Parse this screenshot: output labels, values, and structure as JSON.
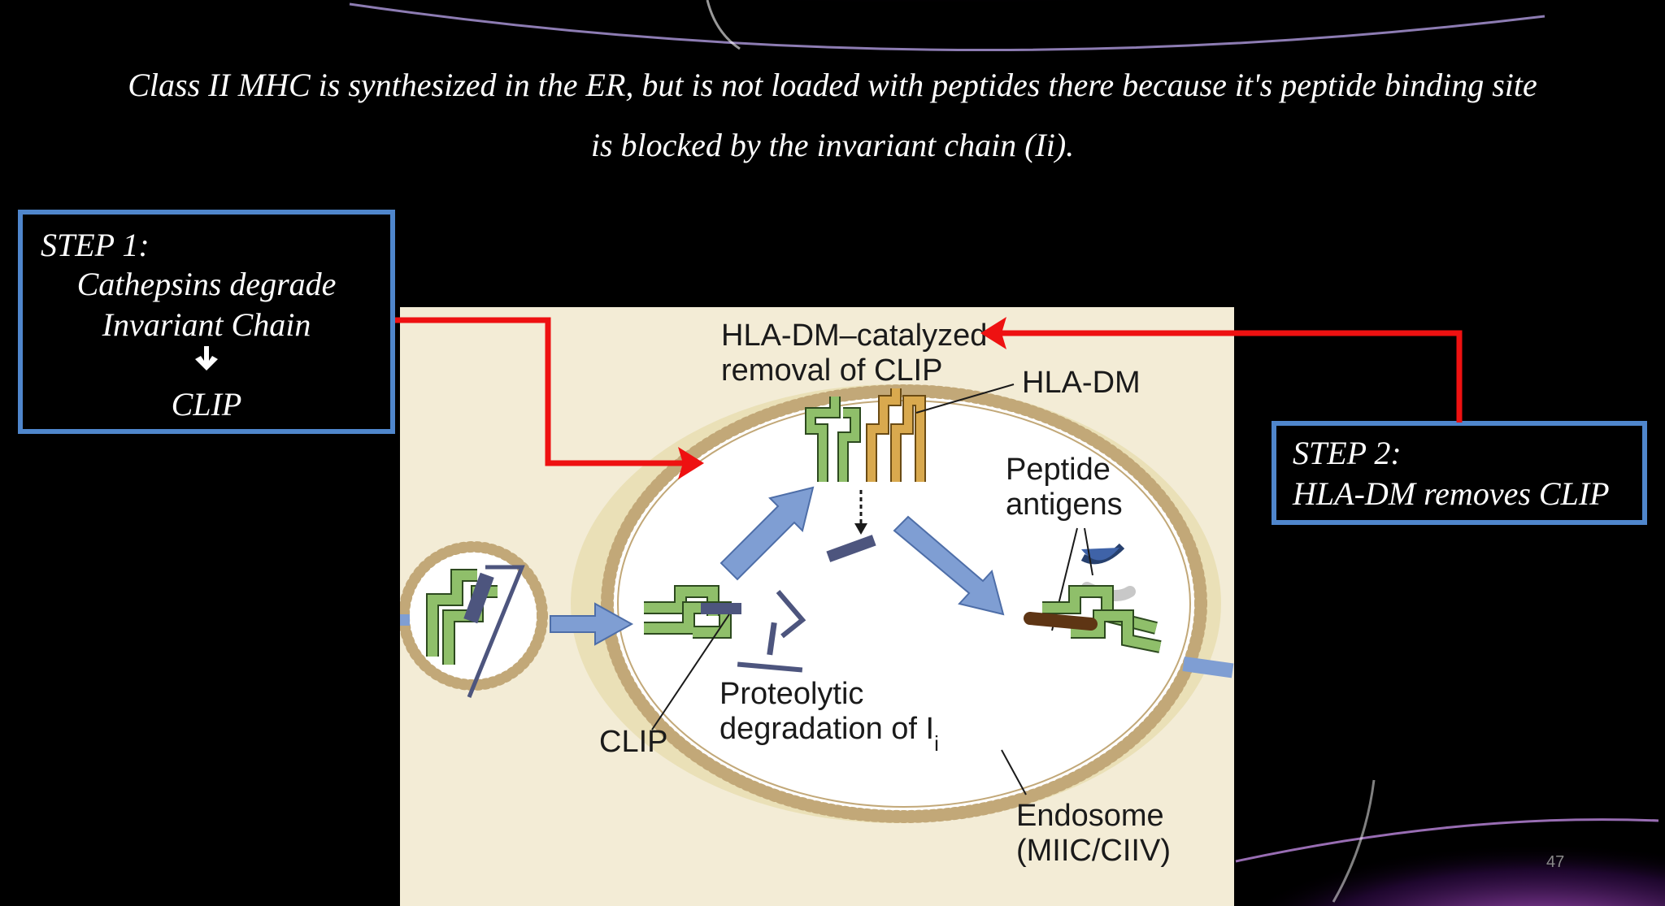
{
  "slide": {
    "title_line1": "Class II MHC is synthesized in the ER, but is not loaded with peptides there because it's peptide binding site",
    "title_line2": "is blocked by the invariant chain (Ii).",
    "slide_number": "47"
  },
  "step1": {
    "heading": "STEP 1:",
    "line1": "Cathepsins degrade",
    "line2": "Invariant Chain",
    "arrow": "🡻",
    "line3": "CLIP"
  },
  "step2": {
    "heading": "STEP 2:",
    "line1": "HLA-DM removes CLIP"
  },
  "diagram": {
    "label_hla_dm_line1": "HLA-DM–catalyzed",
    "label_hla_dm_line2": "removal of CLIP",
    "label_hla_dm": "HLA-DM",
    "label_peptide_line1": "Peptide",
    "label_peptide_line2": "antigens",
    "label_proteolytic_line1": "Proteolytic",
    "label_proteolytic_line2": "degradation of I",
    "label_proteolytic_sub": "i",
    "label_clip": "CLIP",
    "label_endosome_line1": "Endosome",
    "label_endosome_line2": "(MIIC/CIIV)"
  },
  "colors": {
    "box_border": "#4f86cc",
    "red_arrow": "#ee1111",
    "diagram_bg": "#f3ecd6",
    "membrane": "#c2a878",
    "mhc_green": "#8fbf6a",
    "hla_dm_orange": "#d9a94e",
    "arrow_blue": "#7f9ed3"
  }
}
